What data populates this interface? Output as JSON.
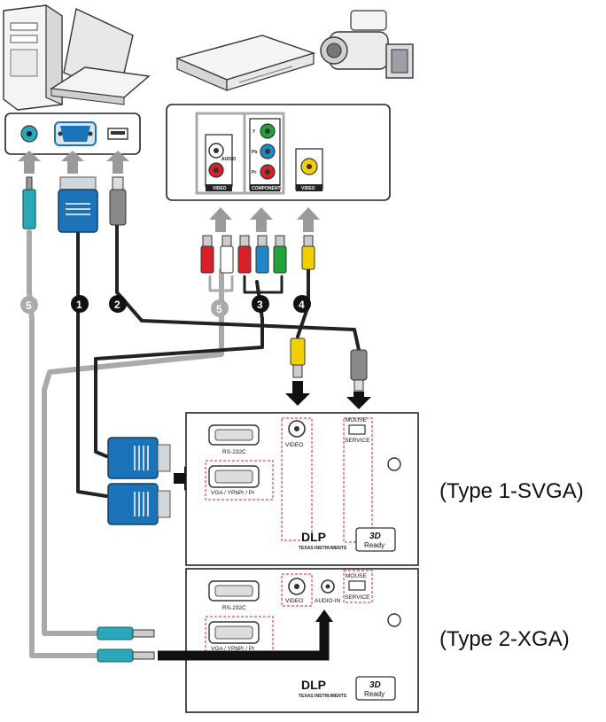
{
  "source_panel": {
    "audio_label": "AUDIO",
    "video_label": "VIDEO",
    "component_label": "COMPONENT",
    "video2_label": "VIDEO",
    "y_label": "Y",
    "pb_label": "Pb",
    "pr_label": "Pr"
  },
  "callouts": [
    "5",
    "1",
    "2",
    "5",
    "3",
    "4"
  ],
  "projector1": {
    "type_label": "(Type 1-SVGA)",
    "rs232_label": "RS-232C",
    "vga_label": "VGA / YPbPr / Pr",
    "video_label": "VIDEO",
    "mouse_label": "MOUSE",
    "service_label": "SERVICE",
    "dlp_label": "DLP",
    "ti_label": "TEXAS INSTRUMENTS",
    "ready_3d": "3D",
    "ready_word": "Ready"
  },
  "projector2": {
    "type_label": "(Type 2-XGA)",
    "rs232_label": "RS-232C",
    "vga_label": "VGA / YPbPr / Pr",
    "video_label": "VIDEO",
    "audio_in_label": "AUDIO-IN",
    "mouse_label": "MOUSE",
    "service_label": "SERVICE",
    "dlp_label": "DLP",
    "ti_label": "TEXAS INSTRUMENTS",
    "ready_3d": "3D",
    "ready_word": "Ready"
  }
}
